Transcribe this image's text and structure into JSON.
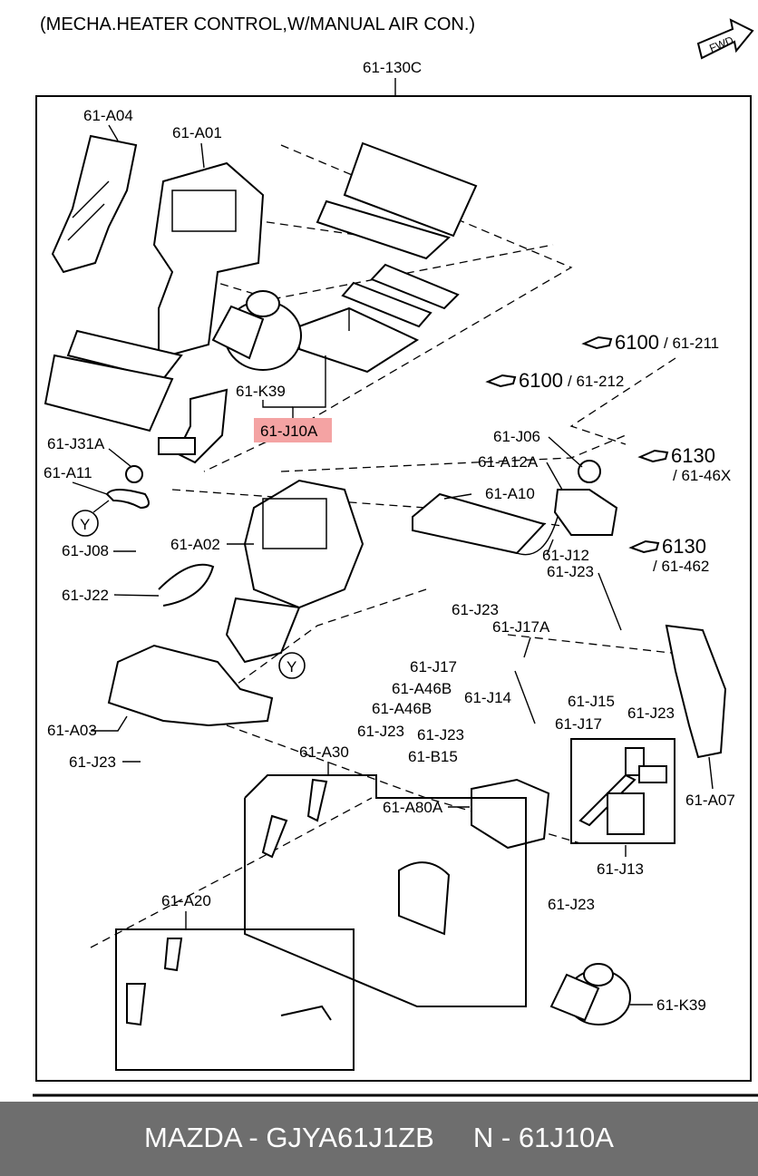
{
  "title": "(MECHA.HEATER CONTROL,W/MANUAL AIR CON.)",
  "fwd_label": "FWD",
  "assembly_label": "61-130C",
  "highlight_label": "61-J10A",
  "highlight_color": "#f4a3a3",
  "callouts": {
    "ref1_code": "6100",
    "ref1_sub": "/ 61-211",
    "ref2_code": "6100",
    "ref2_sub": "/ 61-212",
    "ref3_code": "6130",
    "ref3_sub": "/ 61-46X",
    "ref4_code": "6130",
    "ref4_sub": "/ 61-462"
  },
  "circle_marker": "Y",
  "labels": {
    "a04": "61-A04",
    "a01": "61-A01",
    "k39": "61-K39",
    "j31a": "61-J31A",
    "a11": "61-A11",
    "j08": "61-J08",
    "j22": "61-J22",
    "a02": "61-A02",
    "a03": "61-A03",
    "j23": "61-J23",
    "j06": "61-J06",
    "a12a": "61-A12A",
    "a10": "61-A10",
    "j12": "61-J12",
    "j17a": "61-J17A",
    "j17": "61-J17",
    "j14": "61-J14",
    "j15": "61-J15",
    "a46b": "61-A46B",
    "a07": "61-A07",
    "b15": "61-B15",
    "a30": "61-A30",
    "a80a": "61-A80A",
    "j13": "61-J13",
    "a20": "61-A20"
  },
  "footer": {
    "brand": "MAZDA",
    "part_number": "GJYA61J1ZB",
    "n_label": "N",
    "code": "61J10A",
    "text": "MAZDA - GJYA61J1ZB     N - 61J10A"
  }
}
